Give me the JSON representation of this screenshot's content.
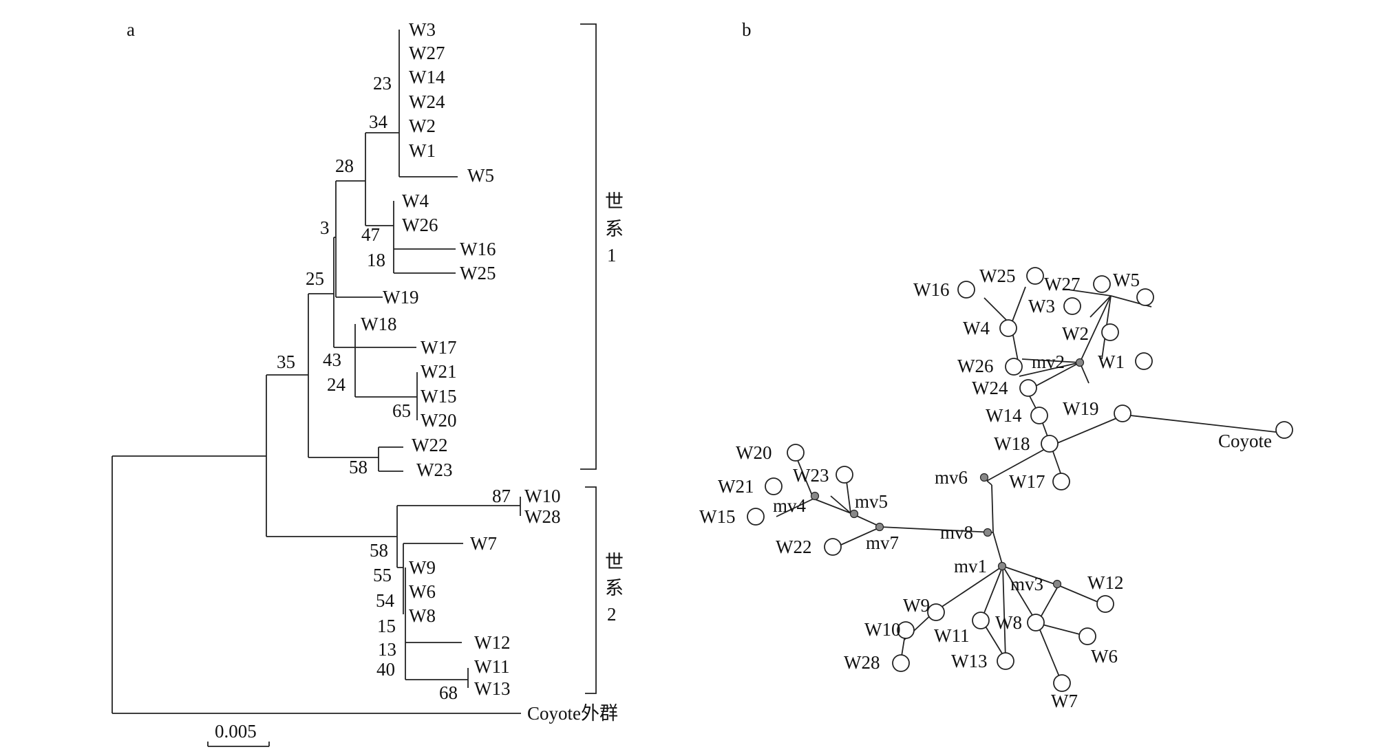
{
  "panel_a": {
    "label": "a",
    "taxa": [
      "W3",
      "W27",
      "W14",
      "W24",
      "W2",
      "W1",
      "W5",
      "W4",
      "W26",
      "W16",
      "W25",
      "W19",
      "W18",
      "W17",
      "W21",
      "W15",
      "W20",
      "W22",
      "W23",
      "W10",
      "W28",
      "W7",
      "W9",
      "W6",
      "W8",
      "W12",
      "W11",
      "W13"
    ],
    "outgroup": "Coyote外群",
    "bootstrap": [
      "23",
      "34",
      "28",
      "3",
      "47",
      "18",
      "25",
      "35",
      "43",
      "24",
      "65",
      "58",
      "87",
      "58",
      "55",
      "54",
      "15",
      "13",
      "40",
      "68"
    ],
    "scale_bar": "0.005",
    "lineage1": [
      "世",
      "系",
      "1"
    ],
    "lineage2": [
      "世",
      "系",
      "2"
    ]
  },
  "panel_b": {
    "label": "b",
    "haplotypes": [
      "W16",
      "W25",
      "W27",
      "W5",
      "W3",
      "W4",
      "W2",
      "W26",
      "mv2",
      "W1",
      "W24",
      "W19",
      "W14",
      "Coyote",
      "W18",
      "W17",
      "mv6",
      "W20",
      "W23",
      "W21",
      "mv4",
      "mv5",
      "W15",
      "mv8",
      "W22",
      "mv7",
      "mv1",
      "mv3",
      "W12",
      "W9",
      "W8",
      "W10",
      "W11",
      "W6",
      "W13",
      "W28",
      "W7"
    ]
  }
}
